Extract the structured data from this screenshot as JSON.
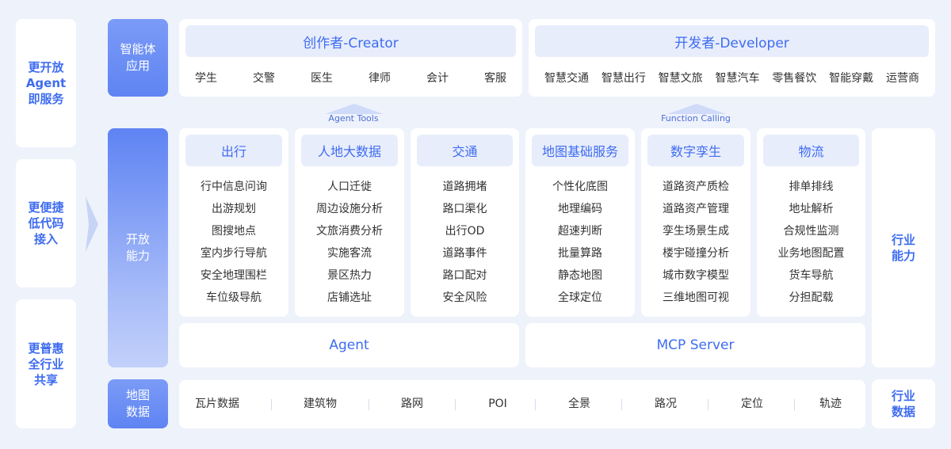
{
  "benefits": [
    "更开放\nAgent\n即服务",
    "更便捷\n低代码\n接入",
    "更普惠\n全行业\n共享"
  ],
  "layers": {
    "app": "智能体\n应用",
    "capability": "开放\n能力",
    "map_data": "地图\n数据"
  },
  "creator": {
    "title": "创作者-Creator",
    "roles": [
      "学生",
      "交警",
      "医生",
      "律师",
      "会计",
      "客服"
    ]
  },
  "developer": {
    "title": "开发者-Developer",
    "roles": [
      "智慧交通",
      "智慧出行",
      "智慧文旅",
      "智慧汽车",
      "零售餐饮",
      "智能穿戴",
      "运营商"
    ]
  },
  "tools": {
    "agent_tools": "Agent Tools",
    "function_calling": "Function Calling"
  },
  "columns": [
    {
      "title": "出行",
      "items": [
        "行中信息问询",
        "出游规划",
        "图搜地点",
        "室内步行导航",
        "安全地理围栏",
        "车位级导航"
      ]
    },
    {
      "title": "人地大数据",
      "items": [
        "人口迁徙",
        "周边设施分析",
        "文旅消费分析",
        "实施客流",
        "景区热力",
        "店铺选址"
      ]
    },
    {
      "title": "交通",
      "items": [
        "道路拥堵",
        "路口渠化",
        "出行OD",
        "道路事件",
        "路口配对",
        "安全风险"
      ]
    },
    {
      "title": "地图基础服务",
      "items": [
        "个性化底图",
        "地理编码",
        "超速判断",
        "批量算路",
        "静态地图",
        "全球定位"
      ]
    },
    {
      "title": "数字孪生",
      "items": [
        "道路资产质检",
        "道路资产管理",
        "孪生场景生成",
        "楼宇碰撞分析",
        "城市数字模型",
        "三维地图可视"
      ]
    },
    {
      "title": "物流",
      "items": [
        "排单排线",
        "地址解析",
        "合规性监测",
        "业务地图配置",
        "货车导航",
        "分担配载"
      ]
    }
  ],
  "bottom_buttons": {
    "agent": "Agent",
    "mcp": "MCP Server"
  },
  "industry": {
    "capability": "行业\n能力",
    "data": "行业\n数据"
  },
  "map_data_items": [
    "瓦片数据",
    "建筑物",
    "路网",
    "POI",
    "全景",
    "路况",
    "定位",
    "轨迹"
  ],
  "colors": {
    "accent": "#3e6cf0",
    "pill_bg": "#e8edfc",
    "page_bg": "#eef2fb"
  }
}
